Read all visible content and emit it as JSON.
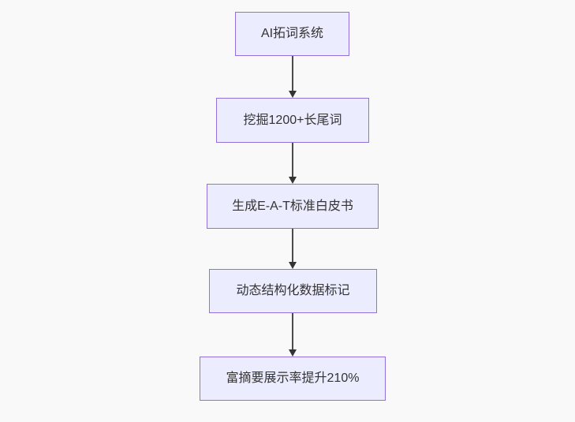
{
  "diagram": {
    "type": "flowchart",
    "direction": "top-to-bottom",
    "nodes": [
      {
        "id": "step-1",
        "label": "AI拓词系统"
      },
      {
        "id": "step-2",
        "label": "挖掘1200+长尾词"
      },
      {
        "id": "step-3",
        "label": "生成E-A-T标准白皮书"
      },
      {
        "id": "step-4",
        "label": "动态结构化数据标记"
      },
      {
        "id": "step-5",
        "label": "富摘要展示率提升210%"
      }
    ],
    "edges": [
      {
        "from": "step-1",
        "to": "step-2",
        "type": "arrow-down"
      },
      {
        "from": "step-2",
        "to": "step-3",
        "type": "arrow-down"
      },
      {
        "from": "step-3",
        "to": "step-4",
        "type": "arrow-down"
      },
      {
        "from": "step-4",
        "to": "step-5",
        "type": "arrow-down"
      }
    ],
    "colors": {
      "background": "#f9f9f9",
      "node_fill": "#ececff",
      "node_border": "#9370db",
      "node_text": "#333333",
      "arrow": "#333333"
    }
  }
}
